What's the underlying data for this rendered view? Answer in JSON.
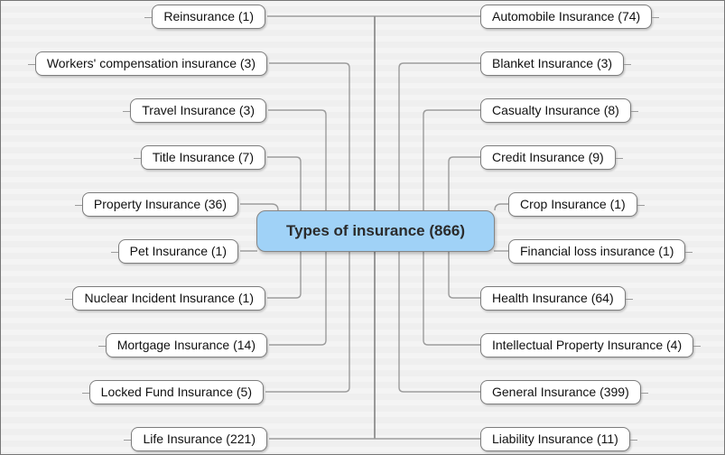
{
  "diagram": {
    "type": "mindmap",
    "center": {
      "label": "Types of insurance (866)"
    },
    "left_nodes": [
      {
        "label": "Reinsurance (1)"
      },
      {
        "label": "Workers' compensation insurance (3)"
      },
      {
        "label": "Travel Insurance (3)"
      },
      {
        "label": "Title Insurance (7)"
      },
      {
        "label": "Property Insurance (36)"
      },
      {
        "label": "Pet Insurance (1)"
      },
      {
        "label": "Nuclear Incident Insurance (1)"
      },
      {
        "label": "Mortgage Insurance (14)"
      },
      {
        "label": "Locked Fund Insurance (5)"
      },
      {
        "label": "Life Insurance (221)"
      }
    ],
    "right_nodes": [
      {
        "label": "Automobile Insurance (74)"
      },
      {
        "label": "Blanket Insurance (3)"
      },
      {
        "label": "Casualty Insurance (8)"
      },
      {
        "label": "Credit Insurance (9)"
      },
      {
        "label": "Crop Insurance (1)"
      },
      {
        "label": "Financial loss insurance (1)"
      },
      {
        "label": "Health Insurance (64)"
      },
      {
        "label": "Intellectual Property Insurance (4)"
      },
      {
        "label": "General Insurance (399)"
      },
      {
        "label": "Liability Insurance (11)"
      }
    ],
    "colors": {
      "center_fill": "#a0d2f7",
      "branch_fill": "#ffffff",
      "line": "#9c9c9c",
      "box_border": "#7d7d7d",
      "background": "#f2f2f2"
    }
  }
}
